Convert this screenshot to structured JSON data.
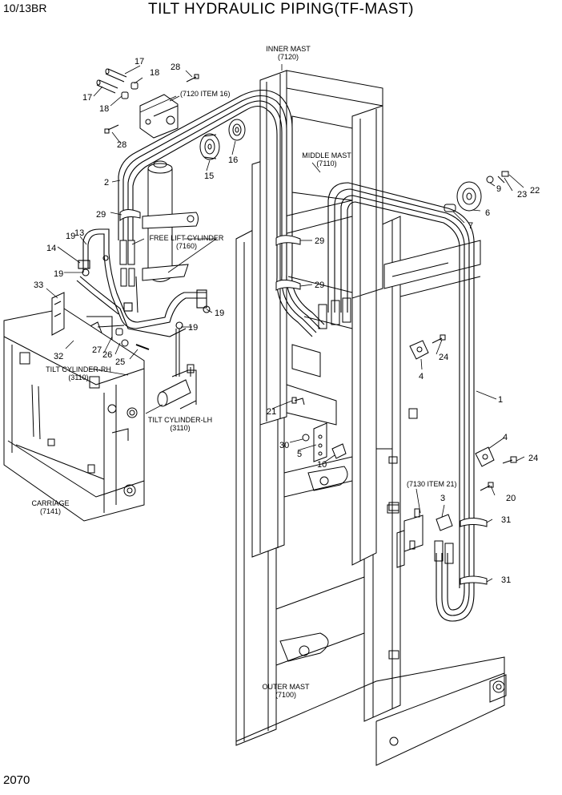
{
  "header": {
    "model": "10/13BR",
    "title": "TILT HYDRAULIC PIPING(TF-MAST)"
  },
  "footer": {
    "page_number": "2070"
  },
  "component_labels": {
    "inner_mast": "INNER MAST",
    "inner_mast_no": "(7120)",
    "middle_mast": "MIDDLE MAST",
    "middle_mast_no": "(7110)",
    "outer_mast": "OUTER MAST",
    "outer_mast_no": "(7100)",
    "free_lift_cylinder": "FREE LIFT CYLINDER",
    "free_lift_cylinder_no": "(7160)",
    "tilt_cylinder_rh": "TILT CYLINDER-RH",
    "tilt_cylinder_rh_no": "(3110)",
    "tilt_cylinder_lh": "TILT CYLINDER-LH",
    "tilt_cylinder_lh_no": "(3110)",
    "carriage": "CARRIAGE",
    "carriage_no": "(7141)",
    "ref_7120_item16": "(7120 ITEM 16)",
    "ref_7130_item21": "(7130 ITEM 21)"
  },
  "part_callouts": {
    "p1": "1",
    "p2": "2",
    "p3": "3",
    "p4a": "4",
    "p4b": "4",
    "p5": "5",
    "p6": "6",
    "p7": "7",
    "p9": "9",
    "p10": "10",
    "p13": "13",
    "p14": "14",
    "p15": "15",
    "p16": "16",
    "p17a": "17",
    "p17b": "17",
    "p18a": "18",
    "p18b": "18",
    "p19a": "19",
    "p19b": "19",
    "p19c": "19",
    "p19d": "19",
    "p20": "20",
    "p21": "21",
    "p22": "22",
    "p23": "23",
    "p24a": "24",
    "p24b": "24",
    "p25": "25",
    "p26": "26",
    "p27": "27",
    "p28a": "28",
    "p28b": "28",
    "p29a": "29",
    "p29b": "29",
    "p29c": "29",
    "p30": "30",
    "p31a": "31",
    "p31b": "31",
    "p32": "32",
    "p33": "33"
  },
  "colors": {
    "ink": "#000000",
    "paper": "#ffffff",
    "shade": "#e6e6e6"
  }
}
